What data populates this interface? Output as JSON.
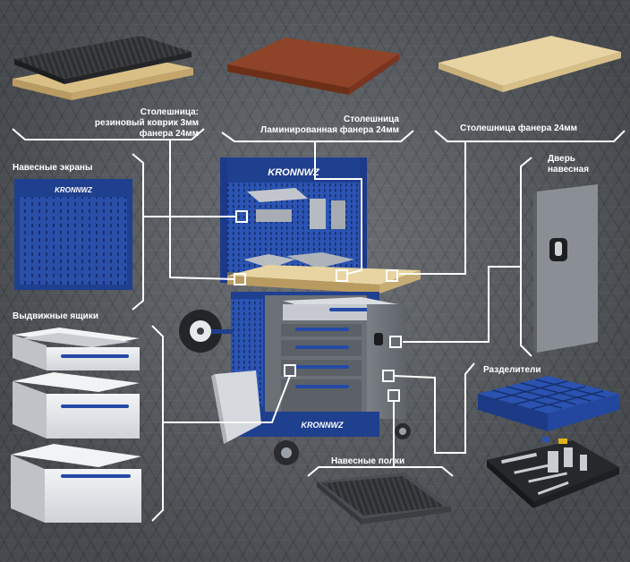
{
  "labels": {
    "countertop_rubber_line1": "Столешница:",
    "countertop_rubber_line2": "резиновый коврик 3мм",
    "countertop_rubber_line3": "фанера 24мм",
    "countertop_laminated_line1": "Столешница",
    "countertop_laminated_line2": "Ламинированная фанера 24мм",
    "countertop_plywood": "Столешница фанера 24мм",
    "hinged_screens": "Навесные экраны",
    "door_line1": "Дверь",
    "door_line2": "навесная",
    "drawers": "Выдвижные ящики",
    "dividers": "Разделители",
    "hanging_shelves": "Навесные полки"
  },
  "brand": {
    "logo": "KRONNWZ"
  },
  "colors": {
    "background": "#5f6368",
    "callout": "#ffffff",
    "brand_blue": "#1f3f8f",
    "cabinet_gray": "#6f747a",
    "drawer_white": "#e9ebee",
    "rubber_black": "#2a2b2e",
    "plywood": "#e3cd97",
    "laminate": "#8a3f26"
  }
}
